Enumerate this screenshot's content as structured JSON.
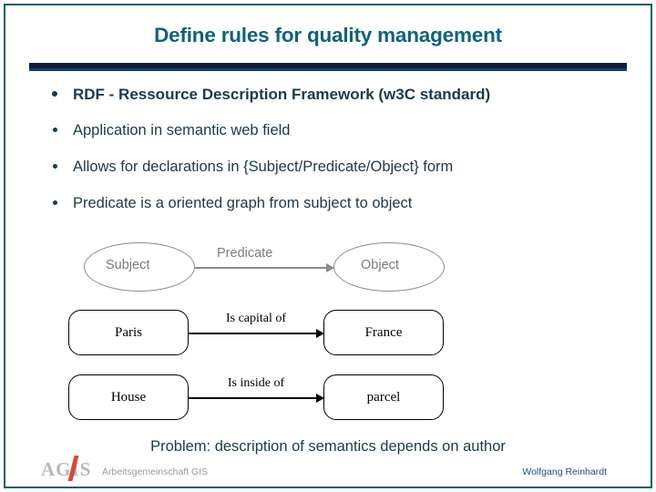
{
  "slide": {
    "title": "Define rules for quality management",
    "bullets": [
      "RDF - Ressource Description Framework (w3C standard)",
      "Application in semantic web field",
      "Allows for declarations in {Subject/Predicate/Object} form",
      "Predicate is a oriented graph from subject to object"
    ],
    "rdf_graph": {
      "subject_label": "Subject",
      "predicate_label": "Predicate",
      "object_label": "Object"
    },
    "examples": [
      {
        "subject": "Paris",
        "predicate": "Is capital of",
        "object": "France"
      },
      {
        "subject": "House",
        "predicate": "Is inside of",
        "object": "parcel"
      }
    ],
    "problem": "Problem: description of semantics depends on author",
    "footer": {
      "logo_text": "AGIS",
      "left": "Arbeitsgemeinschaft GIS",
      "right": "Wolfgang Reinhardt"
    },
    "colors": {
      "title": "#14607a",
      "body_text": "#1b3a4b",
      "rule": "#0d1f3c",
      "border": "#0b5e6e",
      "logo_accent": "#d34b3a",
      "footer_right": "#1f4a8a",
      "graph_gray": "#8a8a8a"
    }
  }
}
